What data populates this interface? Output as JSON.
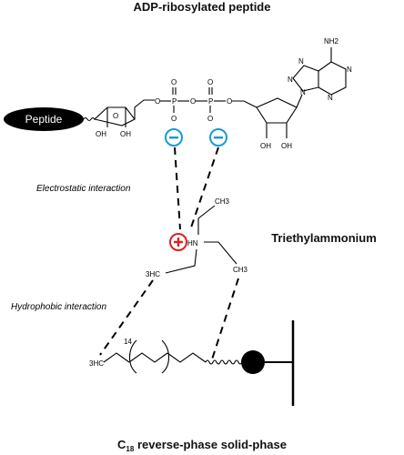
{
  "title": "ADP-ribosylated peptide",
  "peptide_label": "Peptide",
  "amine_label": "NH2",
  "base_ring_labels": {
    "n_top": "N",
    "n_left": "N",
    "n_right": "N",
    "n_bottom": "N",
    "n_attach": "N"
  },
  "phosphate": {
    "p1": "P",
    "p2": "P",
    "oxygen": "O",
    "charge_minus": "−"
  },
  "ribose_labels": {
    "oh_left1": "OH",
    "oh_left2": "OH",
    "oh_right1": "OH",
    "oh_right2": "OH",
    "ring_o": "O"
  },
  "electrostatic_label": "Electrostatic interaction",
  "hydrophobic_label": "Hydrophobic interaction",
  "triethylammonium_label": "Triethylammonium",
  "hn_label": "HN",
  "charge_plus": "+",
  "ch3_label": "CH3",
  "h3c_label": "3HC",
  "chain_count": "14",
  "chain_end": "3HC",
  "bottom_title_c": "C",
  "bottom_title_sub": "18",
  "bottom_title_rest": " reverse-phase solid-phase"
}
